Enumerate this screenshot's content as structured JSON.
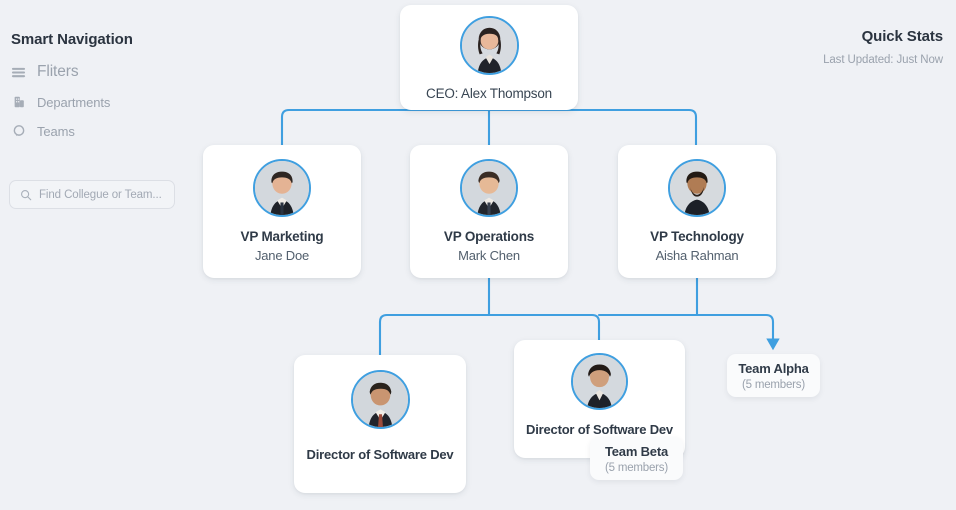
{
  "sidebar": {
    "title": "Smart Navigation",
    "items": [
      {
        "label": "Fliters",
        "icon": "filter-icon"
      },
      {
        "label": "Departments",
        "icon": "building-icon"
      },
      {
        "label": "Teams",
        "icon": "chat-bubble-icon"
      }
    ],
    "search": {
      "placeholder": "Find Collegue or Team...",
      "value": "",
      "icon": "search-icon"
    }
  },
  "quick_stats": {
    "title": "Quick Stats",
    "last_updated": "Last Updated: Just Now"
  },
  "org_chart": {
    "ceo": {
      "role": "CEO: Alex Thompson",
      "name": ""
    },
    "vps": [
      {
        "role": "VP Marketing",
        "name": "Jane Doe"
      },
      {
        "role": "VP Operations",
        "name": "Mark Chen"
      },
      {
        "role": "VP Technology",
        "name": "Aisha Rahman"
      }
    ],
    "directors": [
      {
        "role": "Director of Software Dev",
        "name": ""
      },
      {
        "role": "Director of Software Dev",
        "name": ""
      }
    ],
    "teams": [
      {
        "name": "Team Alpha",
        "count": "(5 members)"
      },
      {
        "name": "Team Beta",
        "count": "(5 members)"
      }
    ]
  },
  "colors": {
    "background": "#eff1f5",
    "connector": "#3f9fe0",
    "avatar_ring": "#3f9fe0",
    "card": "#ffffff",
    "heading_text": "#2b3440",
    "muted_text": "#9aa2ad"
  }
}
